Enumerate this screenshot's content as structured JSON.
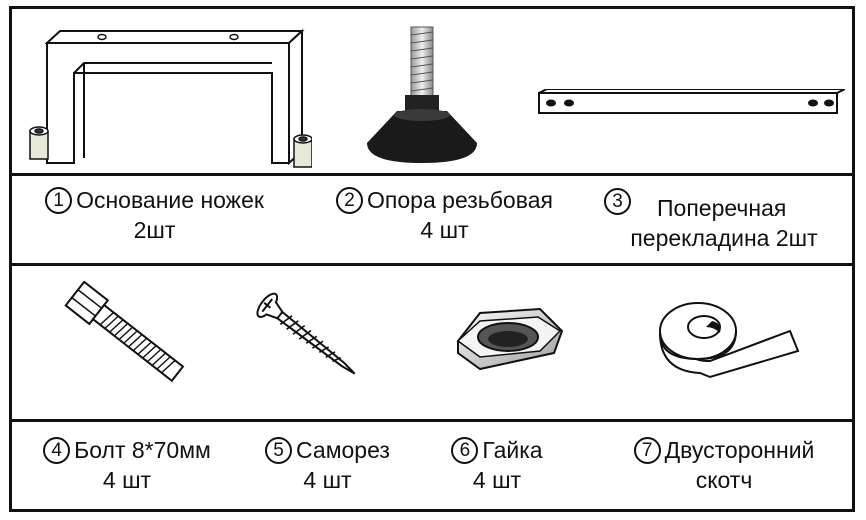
{
  "parts_top": [
    {
      "num": "1",
      "name": "Основание ножек",
      "qty": "2шт",
      "icon": "leg-base-frame-icon"
    },
    {
      "num": "2",
      "name": "Опора резьбовая",
      "qty": "4 шт",
      "icon": "threaded-foot-icon"
    },
    {
      "num": "3",
      "name": "Поперечная",
      "qty": "перекладина  2шт",
      "icon": "crossbar-icon"
    }
  ],
  "parts_bottom": [
    {
      "num": "4",
      "name": "Болт 8*70мм",
      "qty": "4 шт",
      "icon": "bolt-icon"
    },
    {
      "num": "5",
      "name": "Саморез",
      "qty": "4 шт",
      "icon": "screw-icon"
    },
    {
      "num": "6",
      "name": "Гайка",
      "qty": "4 шт",
      "icon": "nut-icon"
    },
    {
      "num": "7",
      "name": "Двусторонний",
      "qty": "скотч",
      "icon": "tape-roll-icon"
    }
  ]
}
